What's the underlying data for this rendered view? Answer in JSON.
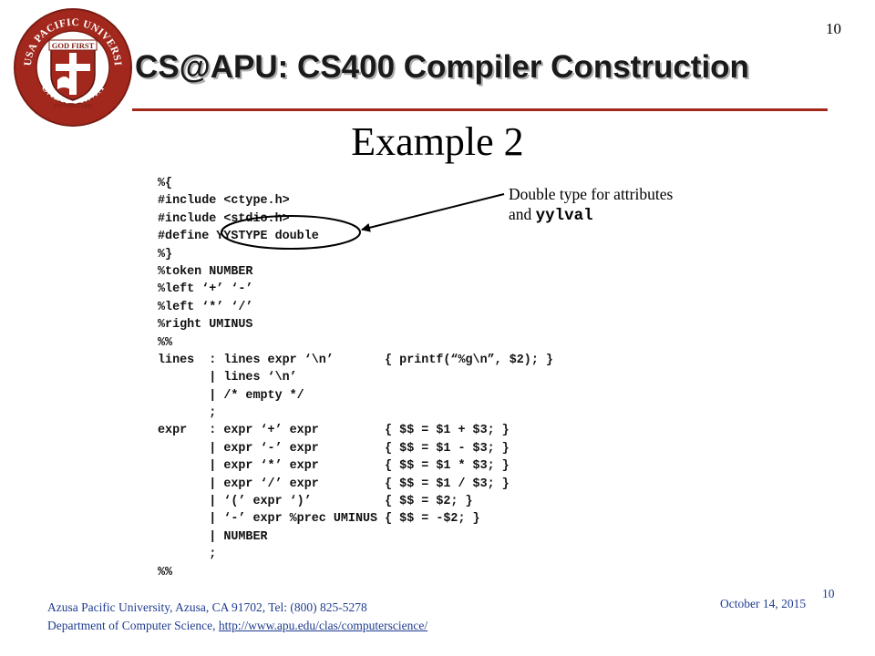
{
  "logo": {
    "ring_top": "AZUSA PACIFIC UNIVERSITY",
    "ring_bottom": "CALIFORNIA",
    "banner": "GOD FIRST",
    "founded": "FOUNDED 1899",
    "colors": {
      "ring": "#a2281d",
      "inner": "#ffffff",
      "shield": "#a2281d"
    }
  },
  "header": {
    "title": "CS@APU: CS400 Compiler Construction",
    "page_number": "10",
    "rule_color": "#a2281d"
  },
  "slide": {
    "title": "Example 2",
    "code_lines": [
      "%{",
      "#include <ctype.h>",
      "#include <stdio.h>",
      "#define YYSTYPE double",
      "%}",
      "%token NUMBER",
      "%left ‘+’ ‘-’",
      "%left ‘*’ ‘/’",
      "%right UMINUS",
      "%%",
      "lines  : lines expr ‘\\n’       { printf(“%g\\n”, $2); }",
      "       | lines ‘\\n’",
      "       | /* empty */",
      "       ;",
      "expr   : expr ‘+’ expr         { $$ = $1 + $3; }",
      "       | expr ‘-’ expr         { $$ = $1 - $3; }",
      "       | expr ‘*’ expr         { $$ = $1 * $3; }",
      "       | expr ‘/’ expr         { $$ = $1 / $3; }",
      "       | ‘(’ expr ‘)’          { $$ = $2; }",
      "       | ‘-’ expr %prec UMINUS { $$ = -$2; }",
      "       | NUMBER",
      "       ;",
      "%%"
    ],
    "callout": {
      "line1": "Double type for attributes",
      "line2_prefix": "and ",
      "line2_code": "yylval"
    }
  },
  "footer": {
    "address": "Azusa Pacific University, Azusa, CA 91702, Tel:  (800) 825-5278",
    "department_prefix": "Department of Computer Science, ",
    "link_text": "http://www.apu.edu/clas/computerscience/",
    "date": "October 14, 2015",
    "page_number": "10",
    "text_color": "#1f3c8f"
  }
}
